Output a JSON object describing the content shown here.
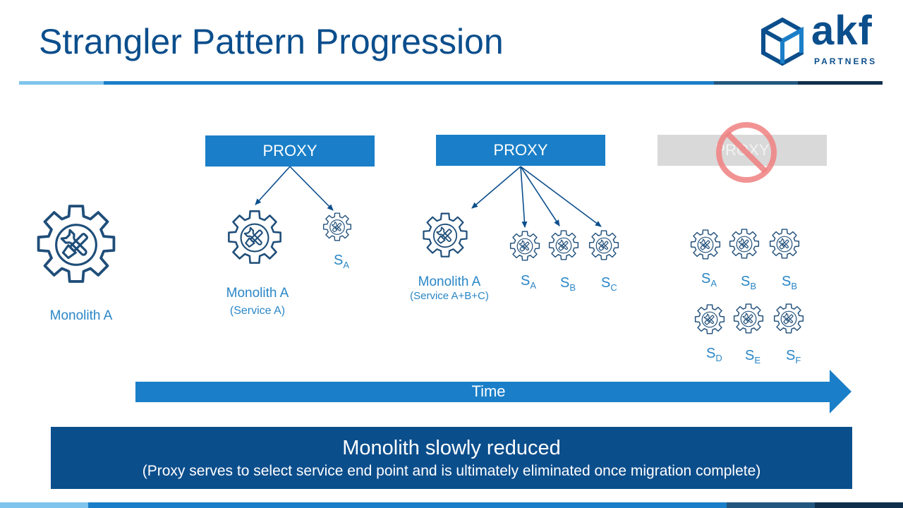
{
  "title": "Strangler Pattern Progression",
  "logo": {
    "wordmark": "akf",
    "tagline": "PARTNERS",
    "icon": "cube-icon"
  },
  "colors": {
    "primary": "#0b4e8c",
    "accent": "#1a7fc8",
    "label": "#2a86c7",
    "proxy_faded": "#d9d9d9",
    "prohibited": "#f08080"
  },
  "stage1": {
    "monolith_label": "Monolith A"
  },
  "stage2": {
    "proxy_label": "PROXY",
    "monolith_label": "Monolith A",
    "monolith_sublabel": "(Service A)",
    "services": [
      {
        "base": "S",
        "sub": "A"
      }
    ]
  },
  "stage3": {
    "proxy_label": "PROXY",
    "monolith_label": "Monolith A",
    "monolith_sublabel": "(Service A+B+C)",
    "services": [
      {
        "base": "S",
        "sub": "A"
      },
      {
        "base": "S",
        "sub": "B"
      },
      {
        "base": "S",
        "sub": "C"
      }
    ]
  },
  "stage4": {
    "proxy_label": "PROXY",
    "prohibited_icon": "prohibited-icon",
    "services": [
      {
        "base": "S",
        "sub": "A"
      },
      {
        "base": "S",
        "sub": "B"
      },
      {
        "base": "S",
        "sub": "B"
      },
      {
        "base": "S",
        "sub": "D"
      },
      {
        "base": "S",
        "sub": "E"
      },
      {
        "base": "S",
        "sub": "F"
      }
    ]
  },
  "timeline": {
    "label": "Time"
  },
  "summary": {
    "main": "Monolith slowly reduced",
    "sub": "(Proxy serves to select service end point and is ultimately eliminated once migration complete)"
  }
}
